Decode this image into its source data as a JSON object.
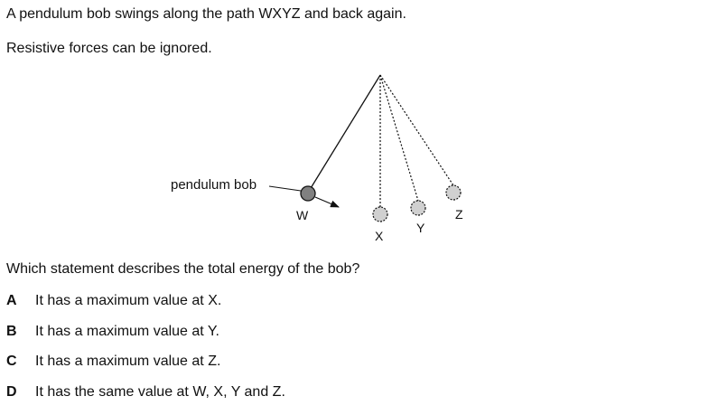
{
  "question": {
    "intro": "A pendulum bob swings along the path WXYZ and back again.",
    "note": "Resistive forces can be ignored.",
    "prompt": "Which statement describes the total energy of the bob?"
  },
  "diagram": {
    "bob_label": "pendulum bob",
    "point_labels": {
      "w": "W",
      "x": "X",
      "y": "Y",
      "z": "Z"
    }
  },
  "options": [
    {
      "letter": "A",
      "text": "It has a maximum value at X."
    },
    {
      "letter": "B",
      "text": "It has a maximum value at Y."
    },
    {
      "letter": "C",
      "text": "It has a maximum value at Z."
    },
    {
      "letter": "D",
      "text": "It has the same value at W, X, Y and Z."
    }
  ]
}
